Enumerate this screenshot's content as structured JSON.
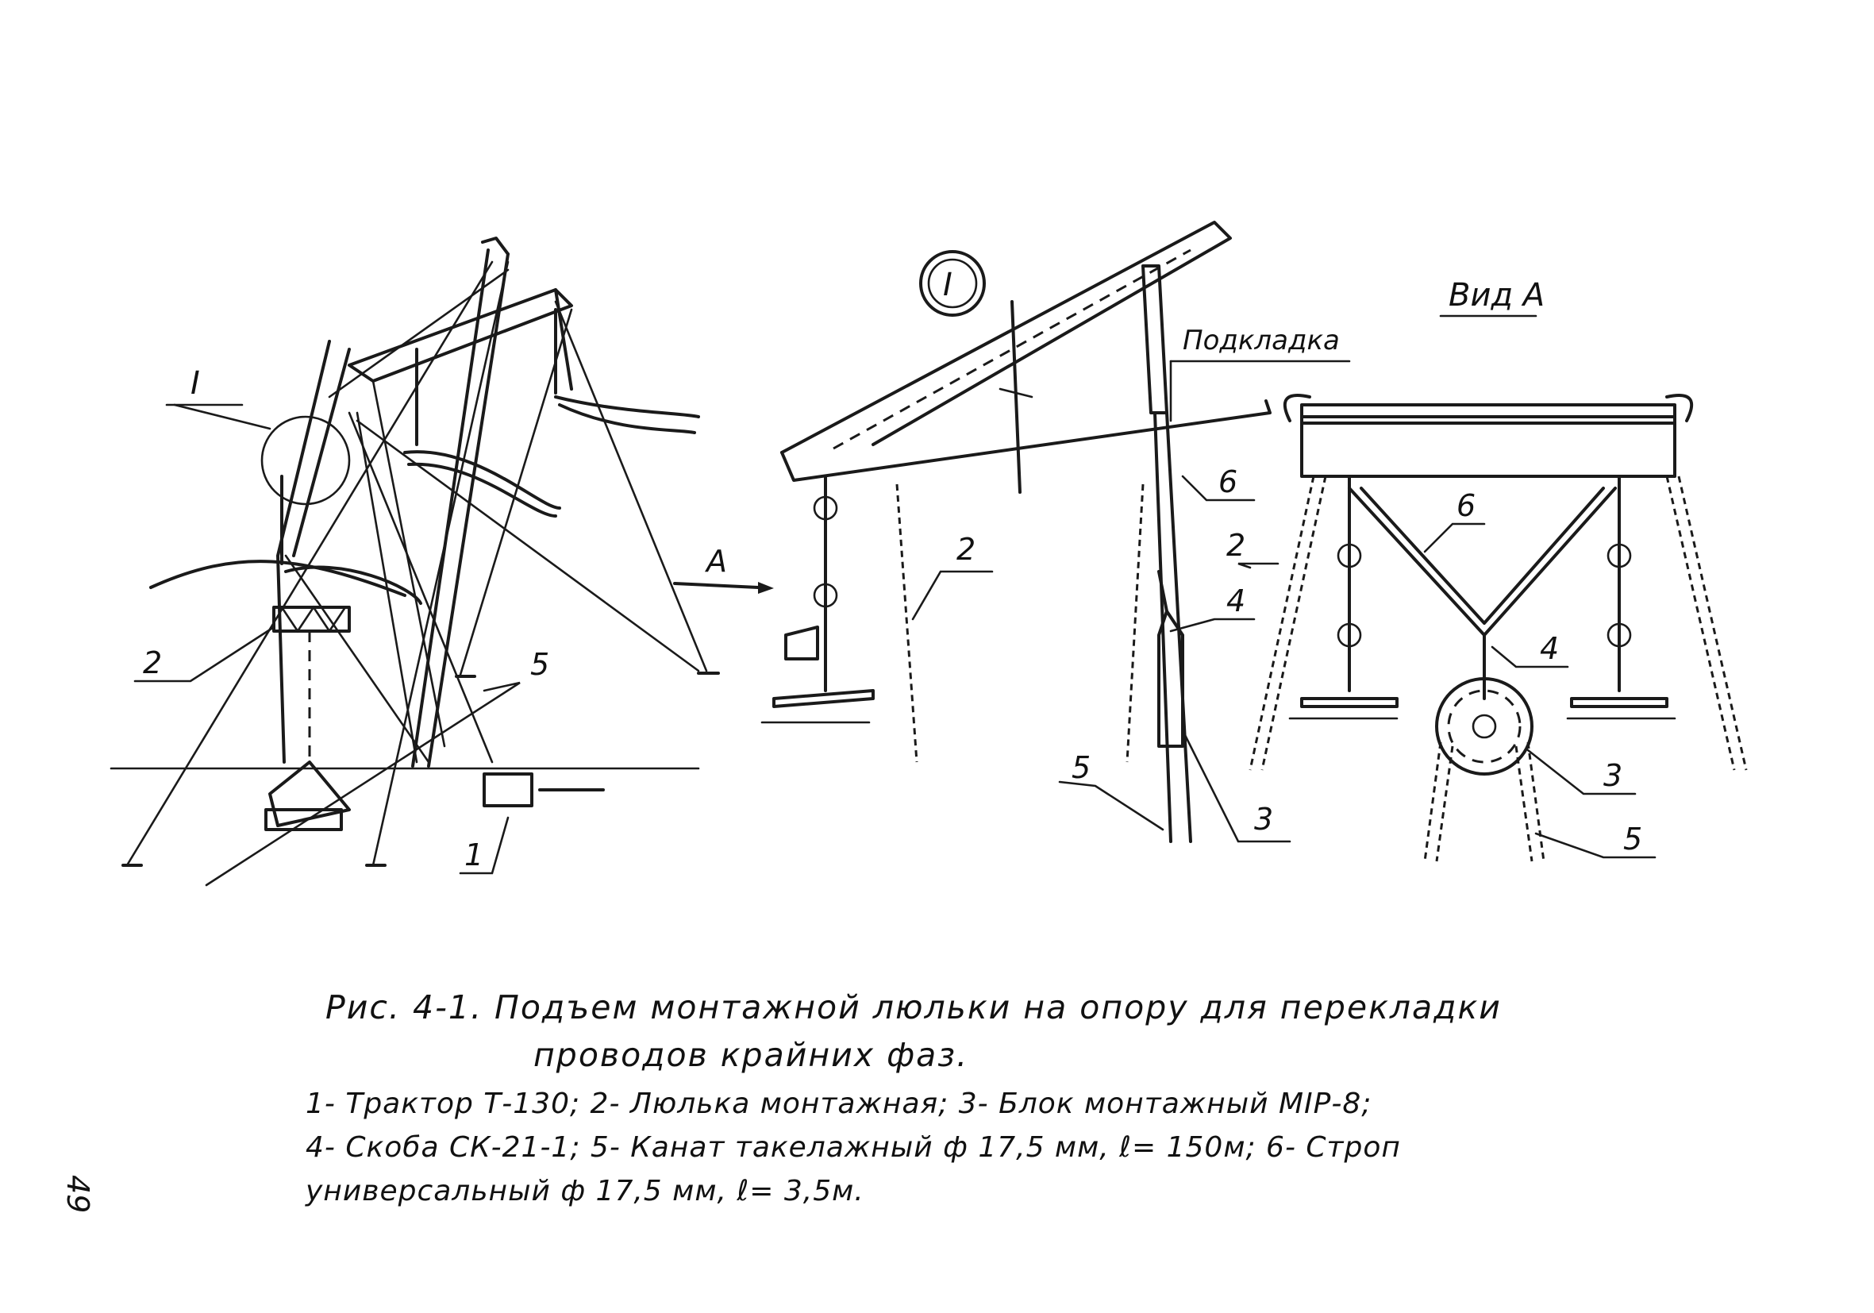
{
  "figure": {
    "view_label": "Вид А",
    "detail_marker": "I",
    "arrow_label": "А",
    "pad_label": "Подкладка",
    "callouts_left": [
      "I",
      "2",
      "5",
      "1"
    ],
    "callouts_mid": [
      "2",
      "6",
      "4",
      "5",
      "3"
    ],
    "callouts_right": [
      "6",
      "2",
      "4",
      "3",
      "5"
    ]
  },
  "caption": {
    "title_line1": "Рис. 4-1.   Подъем монтажной люльки на опору для перекладки",
    "title_line2": "проводов крайних фаз.",
    "legend_line1": "1- Трактор Т-130;  2- Люлька монтажная;  3- Блок монтажный МІР-8;",
    "legend_line2": "4- Скоба СК-21-1;  5- Канат такелажный  ф 17,5 мм, ℓ= 150м;  6- Строп",
    "legend_line3": "универсальный  ф 17,5 мм, ℓ= 3,5м."
  },
  "page_number": "49"
}
